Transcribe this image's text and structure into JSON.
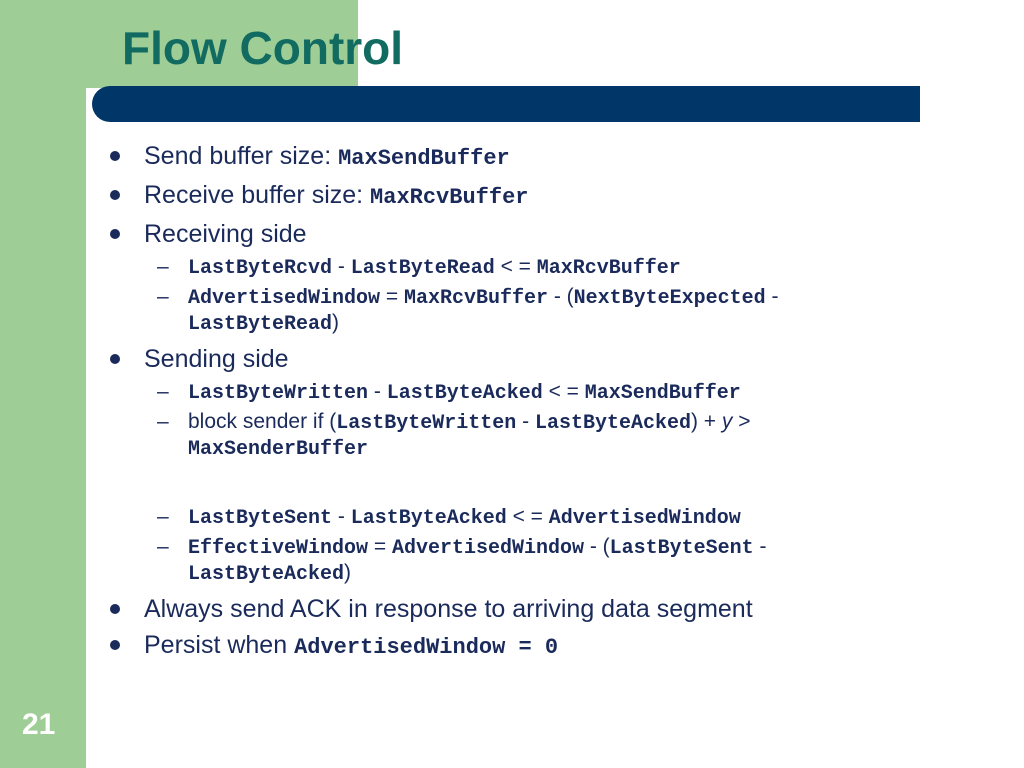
{
  "slide": {
    "title": "Flow Control",
    "page_number": "21"
  },
  "bullets": {
    "b1": {
      "text": "Send buffer size: ",
      "code": "MaxSendBuffer"
    },
    "b2": {
      "text": "Receive buffer size: ",
      "code": "MaxRcvBuffer"
    },
    "b3": {
      "text": "Receiving side"
    },
    "b3s1": {
      "c1": "LastByteRcvd",
      "op1": " - ",
      "c2": "LastByteRead",
      "op2": " < = ",
      "c3": "MaxRcvBuffer"
    },
    "b3s2": {
      "c1": "AdvertisedWindow",
      "op1": " = ",
      "c2": "MaxRcvBuffer",
      "op2": " - (",
      "c3": "NextByteExpected",
      "op3": " - ",
      "c4": "LastByteRead",
      "op4": ")"
    },
    "b4": {
      "text": "Sending side"
    },
    "b4s1": {
      "c1": "LastByteWritten",
      "op1": " - ",
      "c2": "LastByteAcked",
      "op2": " < = ",
      "c3": "MaxSendBuffer"
    },
    "b4s2": {
      "t1": "block sender if (",
      "c1": "LastByteWritten",
      "op1": " - ",
      "c2": "LastByteAcked",
      "op2": ") + ",
      "y": "y",
      "op3": " > ",
      "c3": "MaxSenderBuffer"
    },
    "b4s3": {
      "c1": "LastByteSent",
      "op1": " - ",
      "c2": "LastByteAcked",
      "op2": " < = ",
      "c3": "AdvertisedWindow"
    },
    "b4s4": {
      "c1": "EffectiveWindow",
      "op1": " = ",
      "c2": "AdvertisedWindow",
      "op2": " - (",
      "c3": "LastByteSent",
      "op3": " - ",
      "c4": "LastByteAcked",
      "op4": ")"
    },
    "b5": {
      "text": "Always send ACK in response to arriving data segment"
    },
    "b6": {
      "text": "Persist when ",
      "code": "AdvertisedWindow = 0"
    }
  },
  "markers": {
    "dash": "–"
  },
  "colors": {
    "band_green": "#9fcd96",
    "title_bar_navy": "#003768",
    "title_teal": "#116b60",
    "text": "#1a2a5a"
  }
}
